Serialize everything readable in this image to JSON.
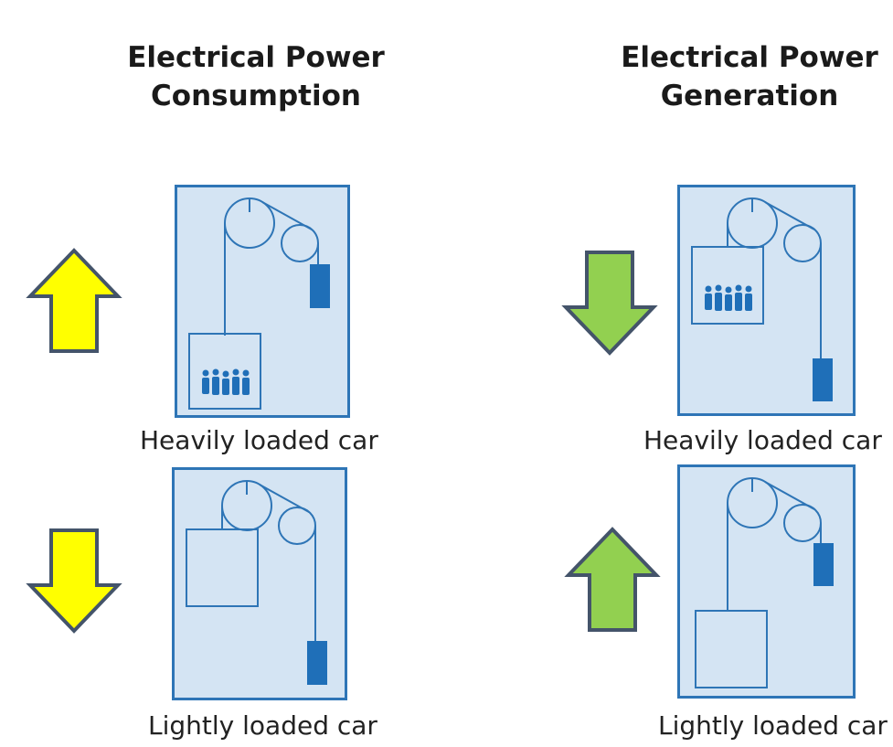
{
  "columns": [
    {
      "title_line1": "Electrical Power",
      "title_line2": "Consumption",
      "panels": [
        {
          "caption": "Heavily loaded car",
          "arrow": "up",
          "arrow_color": "#ffff00",
          "car_position": "bottom",
          "passengers": true
        },
        {
          "caption": "Lightly loaded car",
          "arrow": "down",
          "arrow_color": "#ffff00",
          "car_position": "top",
          "passengers": false
        }
      ]
    },
    {
      "title_line1": "Electrical Power",
      "title_line2": "Generation",
      "panels": [
        {
          "caption": "Heavily loaded car",
          "arrow": "down",
          "arrow_color": "#92d050",
          "car_position": "top",
          "passengers": true
        },
        {
          "caption": "Lightly loaded car",
          "arrow": "up",
          "arrow_color": "#92d050",
          "car_position": "bottom",
          "passengers": false
        }
      ]
    }
  ],
  "colors": {
    "shaft_fill": "#d4e4f3",
    "line": "#2e75b6",
    "counterweight": "#1f6fb8",
    "arrow_outline": "#44546a"
  },
  "icons": [
    "elevator-shaft-icon",
    "pulley-icon",
    "counterweight-icon",
    "people-group-icon",
    "arrow-up-icon",
    "arrow-down-icon"
  ]
}
